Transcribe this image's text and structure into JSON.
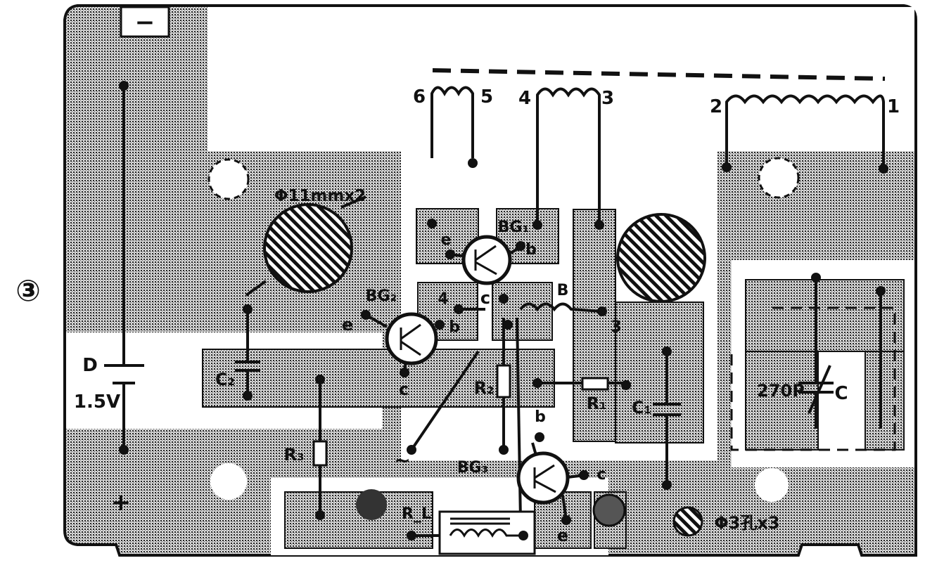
{
  "figure_number": "③",
  "terminals": {
    "negative": "−",
    "positive": "+"
  },
  "battery": {
    "name": "D",
    "voltage": "1.5V"
  },
  "coil_pins": [
    "6",
    "5",
    "4",
    "3",
    "2",
    "1"
  ],
  "hole_large_note": "Φ11mmx2",
  "hole_small_note": "Φ3孔x3",
  "transistors": {
    "bg1": "BG₁",
    "bg2": "BG₂",
    "bg3": "BG₃"
  },
  "pin_labels": {
    "e": "e",
    "b": "b",
    "c": "c",
    "four": "4",
    "three": "3",
    "B": "B",
    "tilde": "~"
  },
  "components": {
    "c1": "C₁",
    "c2": "C₂",
    "r1": "R₁",
    "r2": "R₂",
    "r3": "R₃",
    "rl": "R_L",
    "cap_value": "270P",
    "cap_name": "C"
  }
}
